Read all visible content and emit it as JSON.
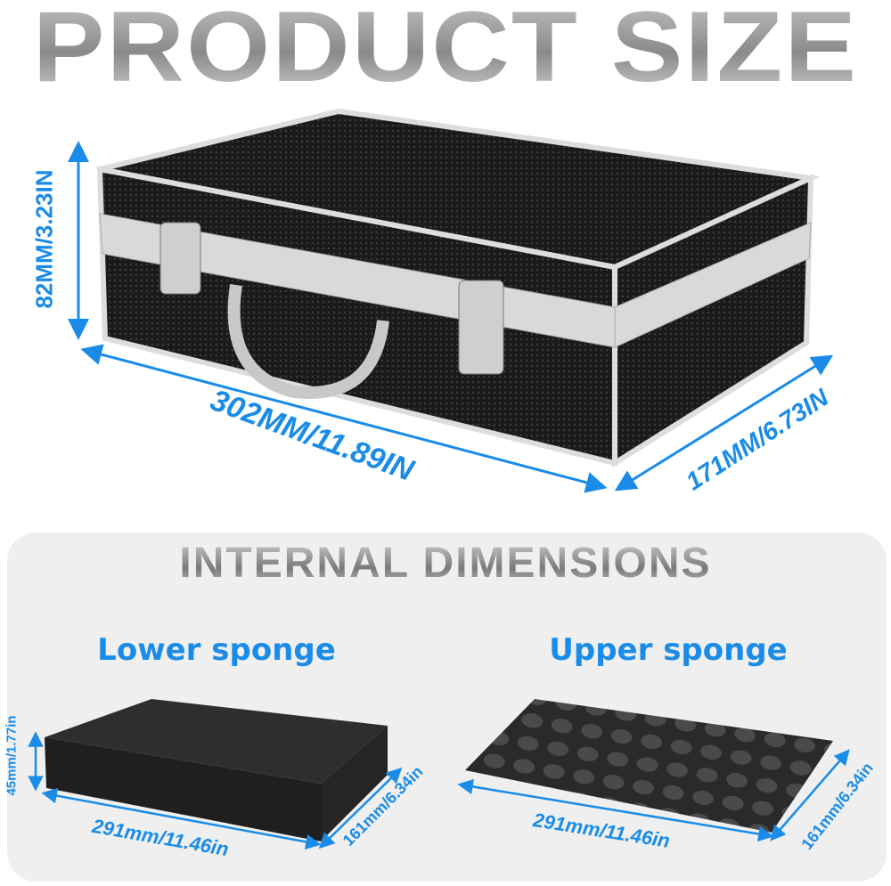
{
  "title": "PRODUCT SIZE",
  "case": {
    "height": "82MM/3.23IN",
    "length": "302MM/11.89IN",
    "width": "171MM/6.73IN"
  },
  "internal": {
    "heading": "INTERNAL DIMENSIONS",
    "lower": {
      "label": "Lower sponge",
      "height": "45mm/1.77in",
      "length": "291mm/11.46in",
      "width": "161mm/6.34in"
    },
    "upper": {
      "label": "Upper sponge",
      "length": "291mm/11.46in",
      "width": "161mm/6.34in"
    }
  },
  "colors": {
    "accent": "#1a8ce8",
    "panel": "#efefef",
    "case": "#1c1c1c",
    "trim": "#d8d8d8"
  }
}
